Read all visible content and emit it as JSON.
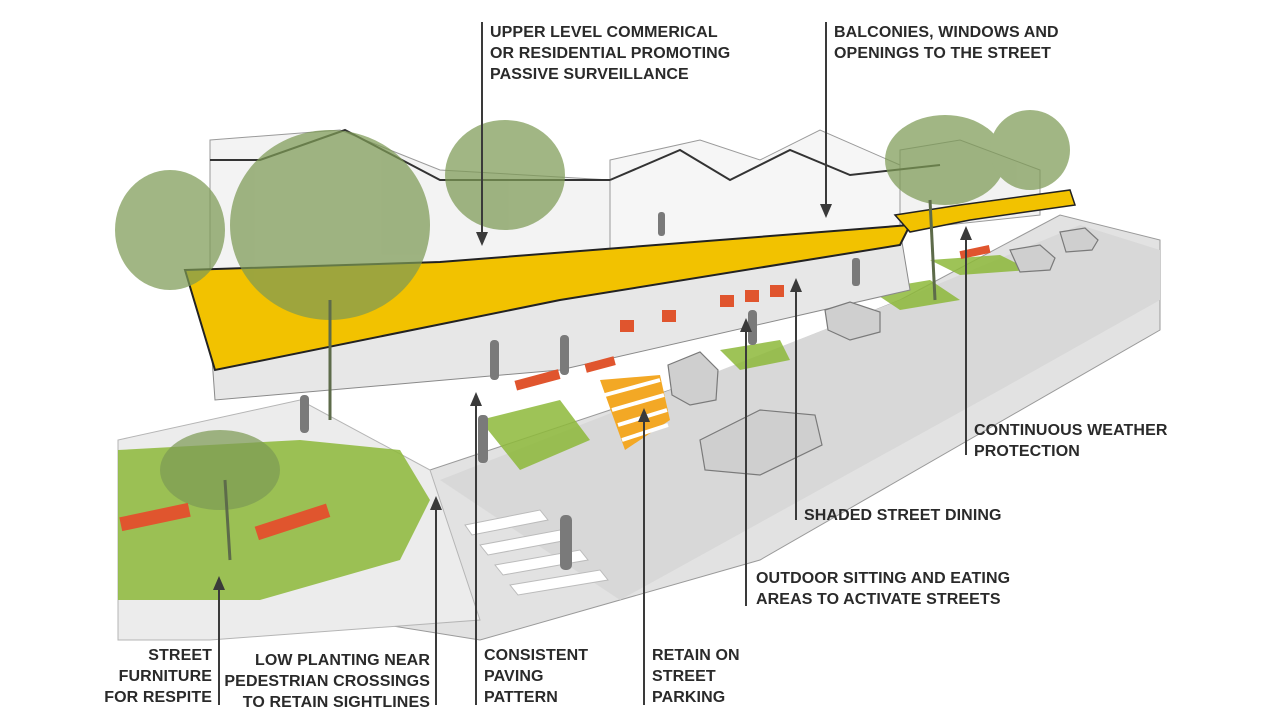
{
  "annotations": {
    "upper_level": [
      "UPPER LEVEL COMMERICAL",
      "OR RESIDENTIAL PROMOTING",
      "PASSIVE SURVEILLANCE"
    ],
    "balconies": [
      "BALCONIES, WINDOWS AND",
      "OPENINGS TO THE STREET"
    ],
    "weather": [
      "CONTINUOUS WEATHER",
      "PROTECTION"
    ],
    "dining": [
      "SHADED STREET DINING"
    ],
    "outdoor": [
      "OUTDOOR SITTING AND EATING",
      "AREAS TO ACTIVATE STREETS"
    ],
    "furniture": [
      "STREET",
      "FURNITURE",
      "FOR RESPITE"
    ],
    "planting": [
      "LOW PLANTING  NEAR",
      "PEDESTRIAN CROSSINGS",
      "TO RETAIN SIGHTLINES"
    ],
    "paving": [
      "CONSISTENT",
      "PAVING",
      "PATTERN"
    ],
    "parking": [
      "RETAIN ON",
      "STREET",
      "PARKING"
    ]
  },
  "colors": {
    "awning": "#f2c200",
    "grass": "#8db83a",
    "tree": "#7d9a55",
    "seat": "#e0552e",
    "crossing_stripe": "#f3a825",
    "pavement": "#dddddd",
    "building": "#f2f2f2",
    "leader": "#3a3a3a"
  },
  "icons": [
    "arrow-up-icon",
    "arrow-down-icon"
  ]
}
